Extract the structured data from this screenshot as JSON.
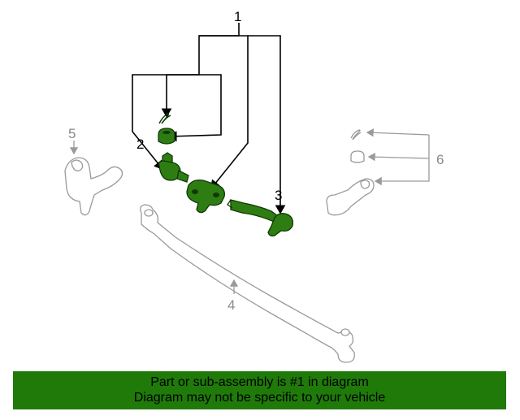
{
  "diagram": {
    "callouts": [
      {
        "id": "1",
        "label": "1"
      },
      {
        "id": "2",
        "label": "2"
      },
      {
        "id": "3",
        "label": "3"
      },
      {
        "id": "4",
        "label": "4"
      },
      {
        "id": "5",
        "label": "5"
      },
      {
        "id": "6",
        "label": "6"
      }
    ],
    "colors": {
      "highlight_fill": "#2e7d12",
      "highlight_stroke": "#0f3a05",
      "context_stroke": "#9a9a9a",
      "leader_dark": "#000000",
      "leader_gray": "#9a9a9a"
    }
  },
  "banner": {
    "line1": "Part or sub-assembly is #1 in diagram",
    "line2": "Diagram may not be specific to your vehicle",
    "color": "#1f7a0a"
  }
}
